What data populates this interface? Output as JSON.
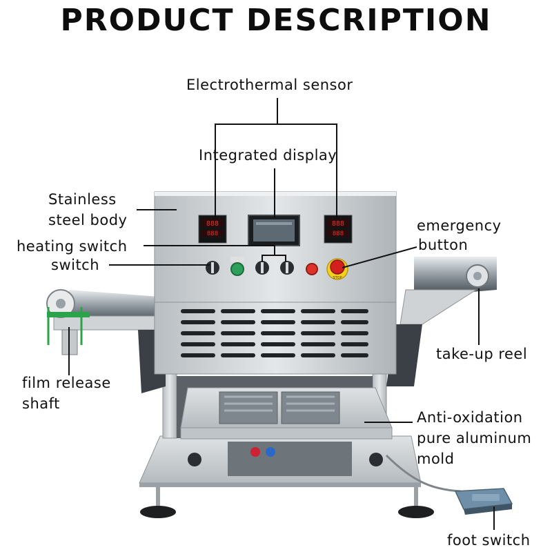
{
  "title": "PRODUCT DESCRIPTION",
  "labels": {
    "electrothermal_sensor": "Electrothermal sensor",
    "integrated_display": "Integrated display",
    "stainless_line1": "Stainless",
    "stainless_line2": "steel body",
    "heating_switch": "heating switch",
    "switch": "switch",
    "emergency_line1": "emergency",
    "emergency_line2": "button",
    "take_up_reel": "take-up reel",
    "film_release_line1": "film release",
    "film_release_line2": "shaft",
    "mold_line1": "Anti-oxidation",
    "mold_line2": "pure aluminum",
    "mold_line3": "mold",
    "foot_switch": "foot switch"
  },
  "panel": {
    "controller_left": "888",
    "controller_right": "888",
    "stop_text": "STOP"
  },
  "colors": {
    "steel": "#cfd3d6",
    "steel_dark": "#9aa1a6",
    "display_red": "#e0302a",
    "emergency_red": "#d41f1f",
    "emergency_yellow": "#f4d21c",
    "green_button": "#2e9e5b",
    "foot_pedal": "#6f8fa8"
  }
}
